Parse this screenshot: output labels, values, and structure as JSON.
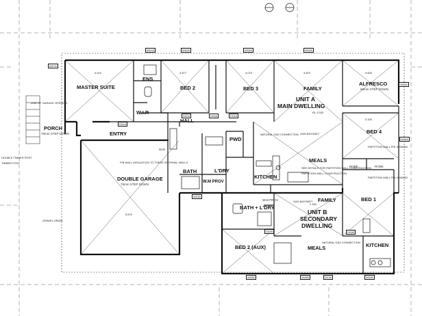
{
  "rooms": {
    "master_suite": "MASTER SUITE",
    "ens": "ENS",
    "wir": "W.I.R",
    "bed2": "BED 2",
    "bed3": "BED 3",
    "family": "FAMILY",
    "alfresco": "ALFRESCO",
    "alfresco_sub": "60mm STEP DOWN",
    "unit_a_line1": "UNIT A",
    "unit_a_line2": "MAIN DWELLING",
    "hall": "HALL",
    "entry": "ENTRY",
    "porch": "PORCH",
    "porch_sub": "75mm STEP DOWN",
    "double_garage": "DOUBLE GARAGE",
    "garage_sub": "75mm STEP DOWN",
    "wm_a": "W.M",
    "bath": "BATH",
    "ldry": "L'DRY",
    "wm_prov": "W.M PROV",
    "pwd": "PWD",
    "kitchen": "KITCHEN",
    "meals": "MEALS",
    "bed4": "BED 4",
    "robe1": "ROBE",
    "robe2": "ROBE",
    "bed1": "BED 1",
    "family_b": "FAMILY",
    "bath_ldry_b": "BATH + L'DRY",
    "wm_prov_b": "W.M PROV",
    "unit_b_line1": "UNIT B",
    "unit_b_line2": "SECONDARY",
    "unit_b_line3": "DWELLING",
    "bed2_aux": "BED 2 (AUX)",
    "meals_b": "MEALS",
    "kitchen_b": "KITCHEN"
  },
  "notes": {
    "rl": "RL 3.320",
    "gas_bayonet": "GAS BAYONET",
    "gas_bayonet_b": "GAS BAYONET",
    "natural_gas_connection": "NATURAL GAS CONNECTION",
    "natural_gas_connection_b": "NATURAL GAS CONNECTION",
    "partition_wall": "PARTITION WALL FRL 60/60/60",
    "partition_wall_b": "PARTITION WALL FRL 60/60/60",
    "see_details": "SEE DETAILS FOR PARTITION WALL CONSTRUCTION",
    "partition_wall_c": "PARTITION WALL CONSTRUCTION",
    "gravel_drain": "GRAVEL DRAIN",
    "line_of_garage": "LINE OF GARAGE OPENING",
    "garage_note": "P/B WALL INSULATION TO THESE INTERNAL WALLS",
    "timber_post": "TIMBER POST",
    "double_post": "DOUBLE TIMBER POST",
    "dims_top": [
      "4.010",
      "3.577",
      "3.070",
      "3.870",
      "3.600"
    ],
    "dim_garage": "5.570",
    "dim_family_b": "2.160",
    "dim_bed4": "3.100"
  },
  "tags": [
    "W01A",
    "W02A",
    "W03A",
    "W04A",
    "W05A",
    "W06A",
    "W07A",
    "D01A",
    "D02A",
    "D03A",
    "D04A",
    "W01B",
    "W02B",
    "W03B",
    "W04B",
    "D01B",
    "D02B",
    "D03B"
  ],
  "colors": {
    "ink": "#111111",
    "grid": "#555555",
    "paper": "#ffffff"
  }
}
